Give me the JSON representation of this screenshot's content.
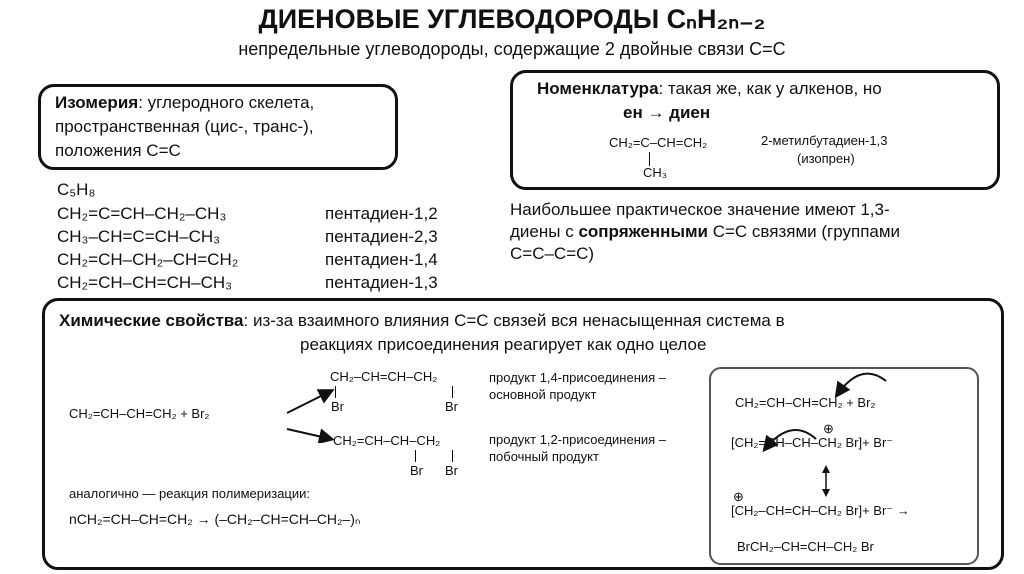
{
  "title": "ДИЕНОВЫЕ УГЛЕВОДОРОДЫ CₙH₂ₙ₋₂",
  "subtitle": "непредельные углеводороды, содержащие 2 двойные связи С=С",
  "isomerism": {
    "label": "Изомерия",
    "text1": ": углеродного скелета,",
    "text2": "пространственная (цис-, транс-),",
    "text3": "положения С=С"
  },
  "isomers": {
    "formula": "C₅H₈",
    "rows": [
      {
        "f": "CH₂=C=CH–CH₂–CH₃",
        "n": "пентадиен-1,2"
      },
      {
        "f": "CH₃–CH=C=CH–CH₃",
        "n": "пентадиен-2,3"
      },
      {
        "f": "CH₂=CH–CH₂–CH=CH₂",
        "n": "пентадиен-1,4"
      },
      {
        "f": "CH₂=CH–CH=CH–CH₃",
        "n": "пентадиен-1,3"
      }
    ]
  },
  "nomenclature": {
    "label": "Номенклатура",
    "text": ": такая же, как у алкенов, но",
    "rule": "ен → диен",
    "formula": "CH₂=C–CH=CH₂",
    "branch": "CH₃",
    "name": "2-метилбутадиен-1,3",
    "trivial": "(изопрен)"
  },
  "practical": {
    "l1": "Наибольшее практическое значение имеют 1,3-",
    "l2a": "диены с ",
    "l2b": "сопряженными",
    "l2c": " С=С связями (группами",
    "l3": "С=С–С=С)"
  },
  "chem": {
    "label": "Химические свойства",
    "text1": ": из-за взаимного влияния С=С связей вся ненасыщенная система в",
    "text2": "реакциях присоединения реагирует как одно целое",
    "reactant": "CH₂=CH–CH=CH₂ + Br₂",
    "p14": "CH₂–CH=CH–CH₂",
    "p12": "CH₂=CH–CH–CH₂",
    "br": "Br",
    "p14_desc1": "продукт 1,4-присоединения –",
    "p14_desc2": "основной продукт",
    "p12_desc1": "продукт 1,2-присоединения –",
    "p12_desc2": "побочный продукт",
    "poly_label": "аналогично — реакция полимеризации:",
    "poly": "nCH₂=CH–CH=CH₂ → (–CH₂–CH=CH–CH₂–)ₙ",
    "mech": {
      "m1": "CH₂=CH–CH=CH₂ + Br₂",
      "m2": "[CH₂=CH–CH–CH₂ Br]+ Br⁻",
      "m3": "[CH₂–CH=CH–CH₂ Br]+ Br⁻ →",
      "m4": "BrCH₂–CH=CH–CH₂ Br",
      "plus": "⊕"
    }
  }
}
